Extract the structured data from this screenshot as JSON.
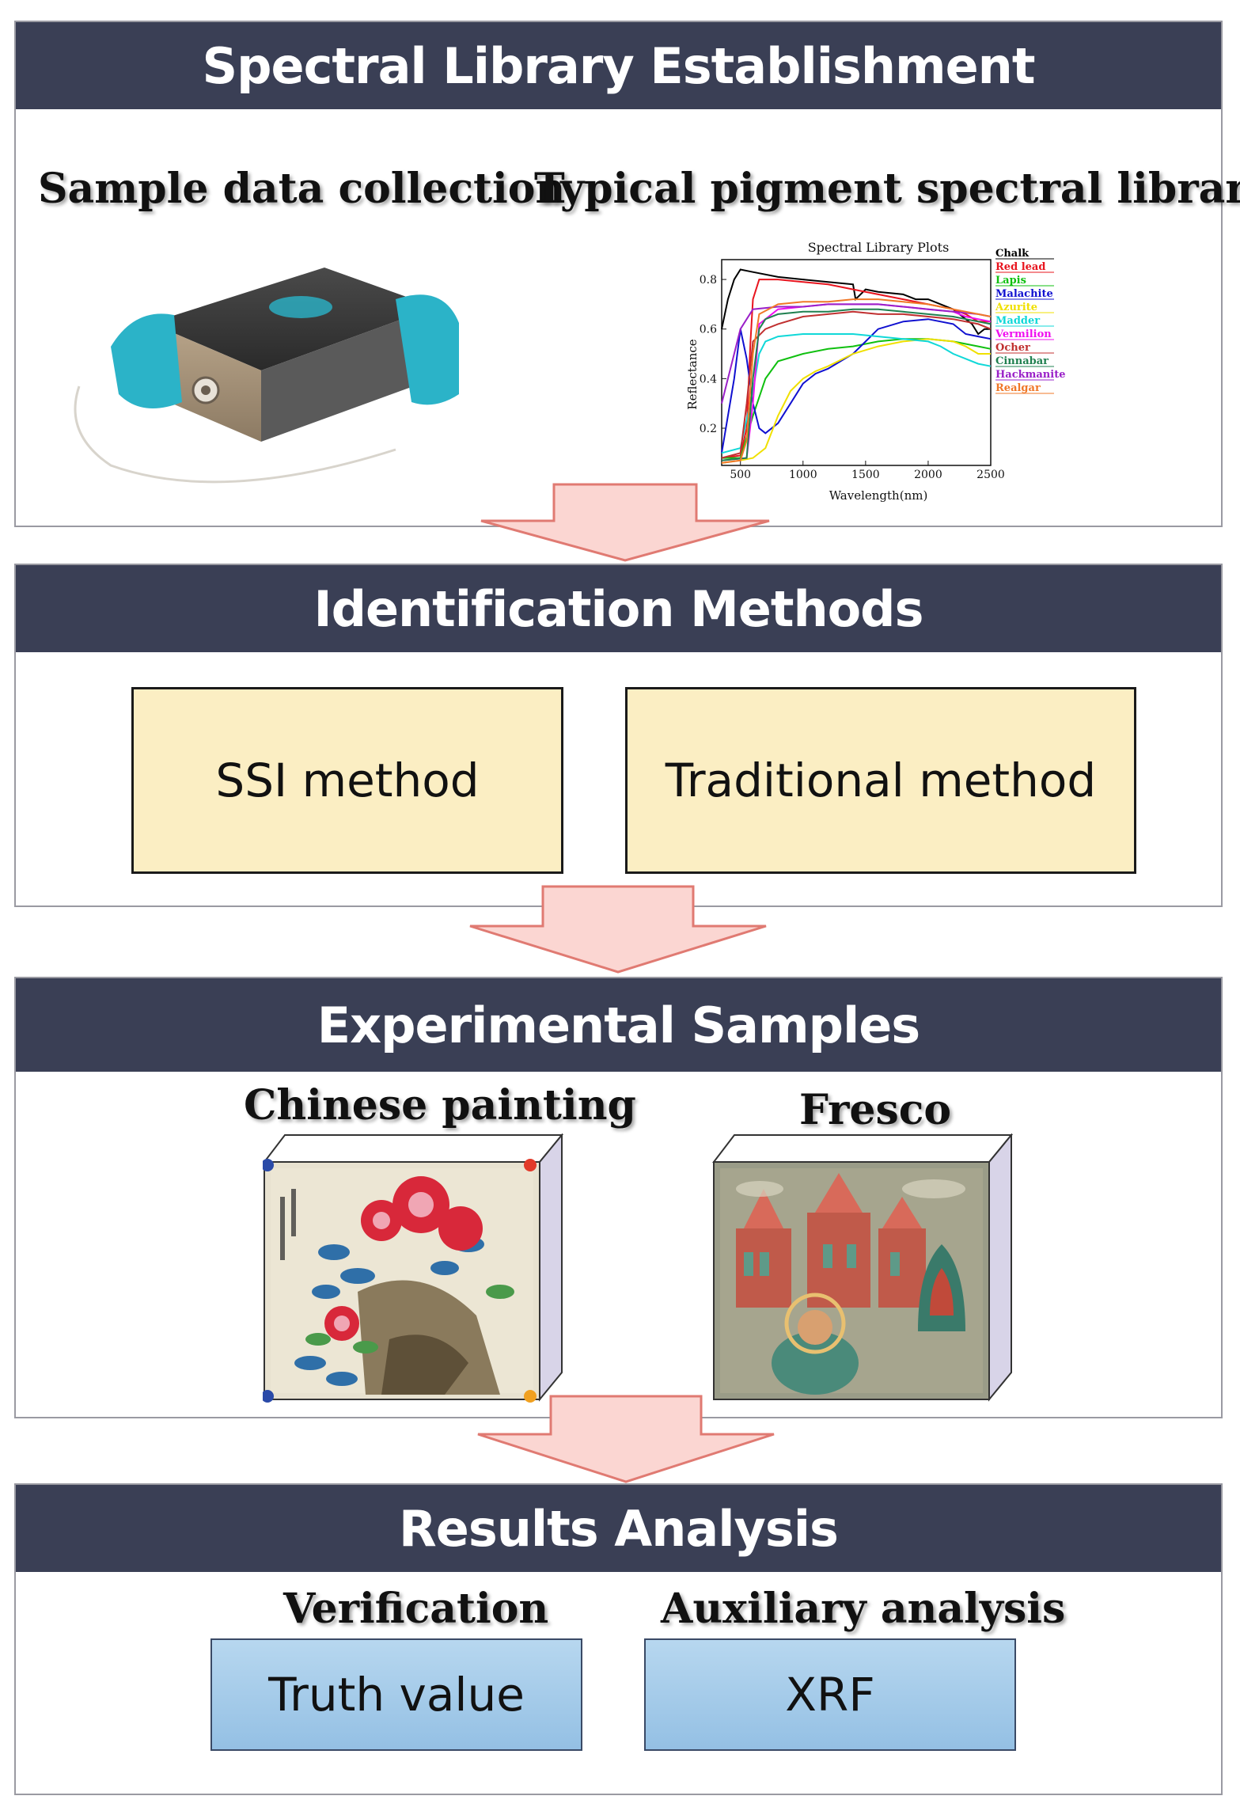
{
  "sections": {
    "library": {
      "title": "Spectral Library Establishment",
      "left_label": "Sample data collection",
      "right_label": "Typical pigment spectral library"
    },
    "methods": {
      "title": "Identification Methods",
      "box1": "SSI method",
      "box2": "Traditional method"
    },
    "samples": {
      "title": "Experimental Samples",
      "left_label": "Chinese painting",
      "right_label": "Fresco"
    },
    "results": {
      "title": "Results Analysis",
      "left_label": "Verification",
      "right_label": "Auxiliary analysis",
      "box1": "Truth value",
      "box2": "XRF"
    }
  },
  "colors": {
    "header_bg": "#3a3f55",
    "method_box": "#fbeec3",
    "result_box": "#a9cde9",
    "arrow_fill": "#fbd6d2",
    "arrow_stroke": "#e07a72"
  },
  "chart_data": {
    "type": "line",
    "title": "Spectral Library Plots",
    "xlabel": "Wavelength(nm)",
    "ylabel": "Reflectance",
    "xlim": [
      350,
      2500
    ],
    "ylim": [
      0.05,
      0.88
    ],
    "xticks": [
      500,
      1000,
      1500,
      2000,
      2500
    ],
    "yticks": [
      0.2,
      0.4,
      0.6,
      0.8
    ],
    "legend_position": "right",
    "series": [
      {
        "name": "Chalk",
        "color": "#000000",
        "x": [
          350,
          400,
          450,
          500,
          600,
          800,
          1000,
          1200,
          1400,
          1420,
          1500,
          1600,
          1800,
          1900,
          2000,
          2100,
          2200,
          2300,
          2350,
          2400,
          2450,
          2500
        ],
        "y": [
          0.6,
          0.72,
          0.8,
          0.84,
          0.83,
          0.81,
          0.8,
          0.79,
          0.78,
          0.72,
          0.76,
          0.75,
          0.74,
          0.72,
          0.72,
          0.7,
          0.68,
          0.64,
          0.62,
          0.58,
          0.6,
          0.6
        ]
      },
      {
        "name": "Red lead",
        "color": "#e8141e",
        "x": [
          350,
          500,
          550,
          580,
          600,
          650,
          800,
          1000,
          1200,
          1400,
          1600,
          1800,
          2000,
          2200,
          2300,
          2400,
          2500
        ],
        "y": [
          0.08,
          0.09,
          0.2,
          0.55,
          0.72,
          0.8,
          0.8,
          0.79,
          0.78,
          0.76,
          0.74,
          0.72,
          0.7,
          0.68,
          0.66,
          0.63,
          0.63
        ]
      },
      {
        "name": "Lapis",
        "color": "#10c010",
        "x": [
          350,
          500,
          600,
          700,
          800,
          1000,
          1200,
          1400,
          1600,
          1800,
          2000,
          2200,
          2300,
          2400,
          2500
        ],
        "y": [
          0.08,
          0.08,
          0.25,
          0.4,
          0.47,
          0.5,
          0.52,
          0.53,
          0.55,
          0.56,
          0.56,
          0.55,
          0.54,
          0.53,
          0.52
        ]
      },
      {
        "name": "Malachite",
        "color": "#1010d0",
        "x": [
          350,
          450,
          500,
          550,
          600,
          650,
          700,
          800,
          900,
          1000,
          1100,
          1200,
          1300,
          1400,
          1500,
          1600,
          1800,
          2000,
          2200,
          2300,
          2400,
          2500
        ],
        "y": [
          0.1,
          0.4,
          0.6,
          0.48,
          0.3,
          0.2,
          0.18,
          0.22,
          0.3,
          0.38,
          0.42,
          0.44,
          0.47,
          0.5,
          0.55,
          0.6,
          0.63,
          0.64,
          0.62,
          0.58,
          0.57,
          0.56
        ]
      },
      {
        "name": "Azurite",
        "color": "#f0e000",
        "x": [
          350,
          500,
          600,
          700,
          800,
          900,
          1000,
          1100,
          1200,
          1400,
          1600,
          1800,
          2000,
          2200,
          2300,
          2400,
          2500
        ],
        "y": [
          0.06,
          0.07,
          0.08,
          0.12,
          0.25,
          0.35,
          0.4,
          0.43,
          0.45,
          0.5,
          0.53,
          0.55,
          0.56,
          0.55,
          0.53,
          0.5,
          0.5
        ]
      },
      {
        "name": "Madder",
        "color": "#10d8d8",
        "x": [
          350,
          500,
          600,
          650,
          700,
          800,
          1000,
          1200,
          1400,
          1600,
          1800,
          2000,
          2100,
          2200,
          2300,
          2400,
          2500
        ],
        "y": [
          0.1,
          0.12,
          0.35,
          0.5,
          0.55,
          0.57,
          0.58,
          0.58,
          0.58,
          0.57,
          0.56,
          0.55,
          0.53,
          0.5,
          0.48,
          0.46,
          0.45
        ]
      },
      {
        "name": "Vermilion",
        "color": "#f010f0",
        "x": [
          350,
          550,
          600,
          650,
          800,
          1000,
          1200,
          1400,
          1600,
          1800,
          2000,
          2200,
          2300,
          2400,
          2500
        ],
        "y": [
          0.07,
          0.08,
          0.3,
          0.62,
          0.68,
          0.69,
          0.7,
          0.7,
          0.7,
          0.69,
          0.68,
          0.67,
          0.65,
          0.64,
          0.63
        ]
      },
      {
        "name": "Ocher",
        "color": "#c03030",
        "x": [
          350,
          500,
          550,
          600,
          700,
          800,
          1000,
          1200,
          1400,
          1600,
          1800,
          2000,
          2200,
          2400,
          2500
        ],
        "y": [
          0.08,
          0.1,
          0.3,
          0.55,
          0.6,
          0.62,
          0.65,
          0.66,
          0.67,
          0.66,
          0.66,
          0.65,
          0.64,
          0.62,
          0.6
        ]
      },
      {
        "name": "Cinnabar",
        "color": "#208050",
        "x": [
          350,
          550,
          600,
          650,
          700,
          800,
          1000,
          1200,
          1400,
          1600,
          1800,
          2000,
          2200,
          2400,
          2500
        ],
        "y": [
          0.07,
          0.08,
          0.4,
          0.6,
          0.64,
          0.66,
          0.67,
          0.67,
          0.68,
          0.68,
          0.67,
          0.66,
          0.65,
          0.63,
          0.62
        ]
      },
      {
        "name": "Hackmanite",
        "color": "#9a20c8",
        "x": [
          350,
          450,
          500,
          600,
          800,
          1000,
          1200,
          1400,
          1600,
          1800,
          2000,
          2200,
          2400,
          2500
        ],
        "y": [
          0.3,
          0.5,
          0.6,
          0.68,
          0.69,
          0.69,
          0.7,
          0.7,
          0.7,
          0.69,
          0.68,
          0.67,
          0.66,
          0.65
        ]
      },
      {
        "name": "Realgar",
        "color": "#f07828",
        "x": [
          350,
          500,
          550,
          600,
          650,
          800,
          1000,
          1200,
          1400,
          1600,
          1800,
          2000,
          2200,
          2400,
          2500
        ],
        "y": [
          0.06,
          0.07,
          0.15,
          0.5,
          0.66,
          0.7,
          0.71,
          0.71,
          0.72,
          0.72,
          0.71,
          0.7,
          0.68,
          0.66,
          0.65
        ]
      }
    ]
  }
}
